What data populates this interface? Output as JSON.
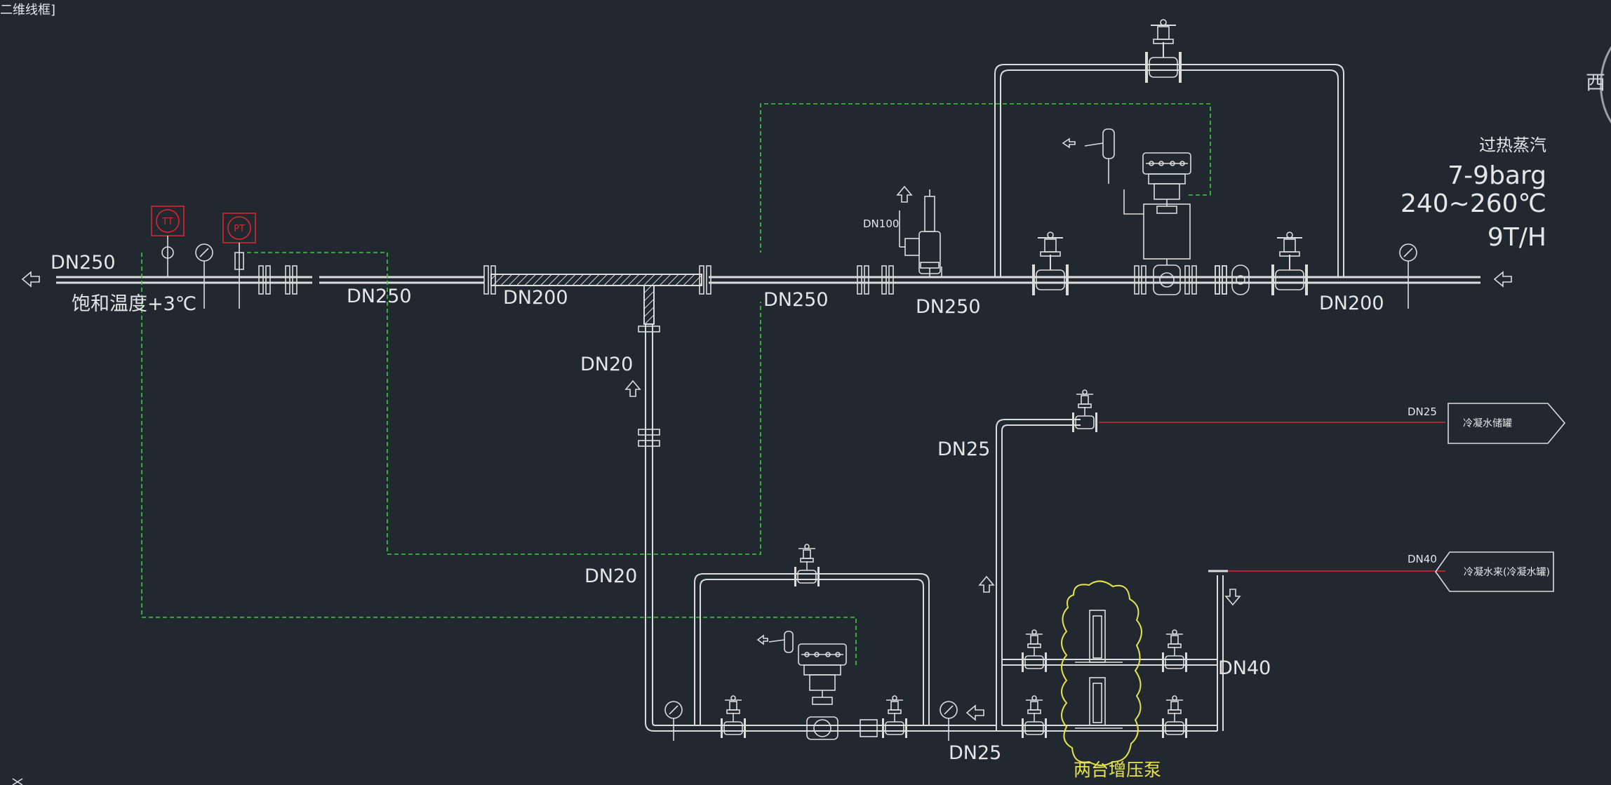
{
  "frame_title": "二维线框]",
  "viewcube_label": "西",
  "steam": {
    "title": "过热蒸汽",
    "pressure": "7-9barg",
    "temperature": "240~260℃",
    "flow": "9T/H"
  },
  "saturation_note": "饱和温度+3℃",
  "pump_label": "两台增压泵",
  "instruments": {
    "tt": "TT",
    "pt": "PT"
  },
  "pipe_labels": {
    "dn250_left": "DN250",
    "dn250_a": "DN250",
    "dn200_a": "DN200",
    "dn250_b": "DN250",
    "dn250_c": "DN250",
    "dn200_b": "DN200",
    "dn100": "DN100",
    "dn20_a": "DN20",
    "dn20_b": "DN20",
    "dn25_a": "DN25",
    "dn25_b": "DN25",
    "dn25_c": "DN25",
    "dn40_a": "DN40",
    "dn40_b": "DN40"
  },
  "connections": {
    "box1": "冷凝水储罐",
    "box2": "冷凝水来(冷凝水罐)"
  },
  "colors": {
    "background": "#212830",
    "pipe": "#dcdcdc",
    "signal_line": "#3ec83e",
    "water_line": "#d8282c",
    "instrument": "#d8282c",
    "pump_outline": "#e6e34a"
  }
}
